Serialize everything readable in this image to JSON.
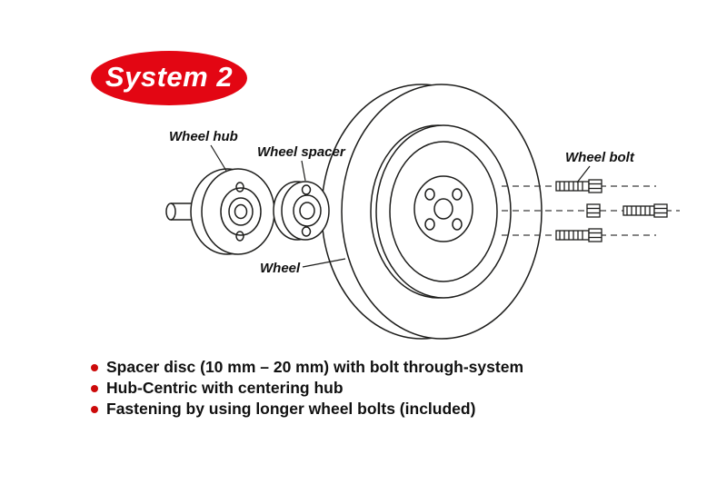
{
  "badge": {
    "label": "System 2",
    "color": "#e30613"
  },
  "diagram": {
    "labels": {
      "wheel_hub": "Wheel hub",
      "wheel_spacer": "Wheel spacer",
      "wheel": "Wheel",
      "wheel_bolt": "Wheel bolt"
    }
  },
  "bullets": {
    "bullet_color": "#cc0a0a",
    "items": [
      "Spacer disc (10 mm – 20 mm) with bolt through-system",
      "Hub-Centric with centering hub",
      "Fastening by using longer wheel bolts (included)"
    ]
  }
}
